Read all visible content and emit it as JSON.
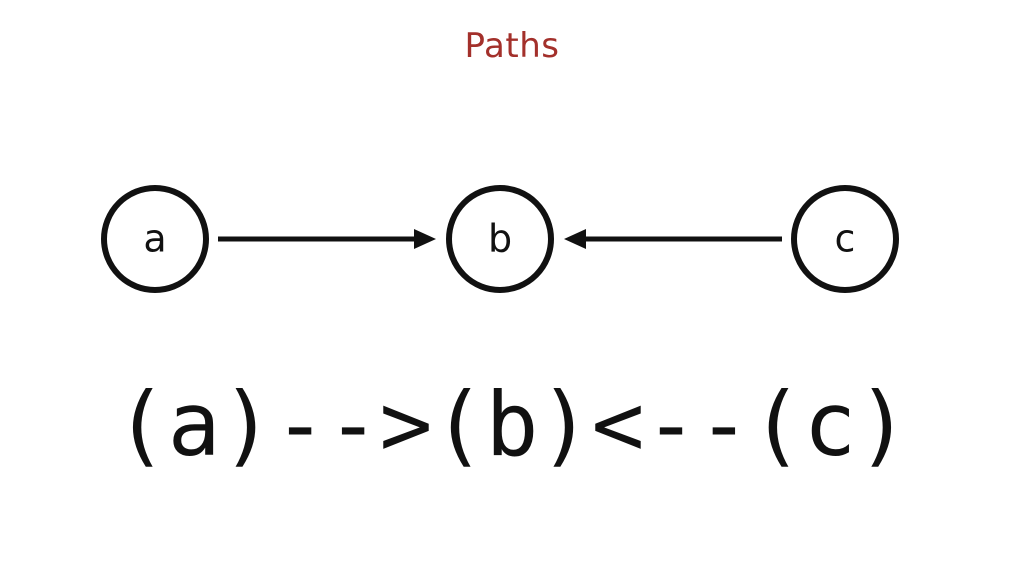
{
  "slide": {
    "title": "Paths",
    "title_color": "#a3302b",
    "nodes": [
      {
        "id": "a",
        "label": "a"
      },
      {
        "id": "b",
        "label": "b"
      },
      {
        "id": "c",
        "label": "c"
      }
    ],
    "edges": [
      {
        "from": "a",
        "to": "b"
      },
      {
        "from": "c",
        "to": "b"
      }
    ],
    "pattern_text": "(a)-->(b)<--(c)"
  }
}
